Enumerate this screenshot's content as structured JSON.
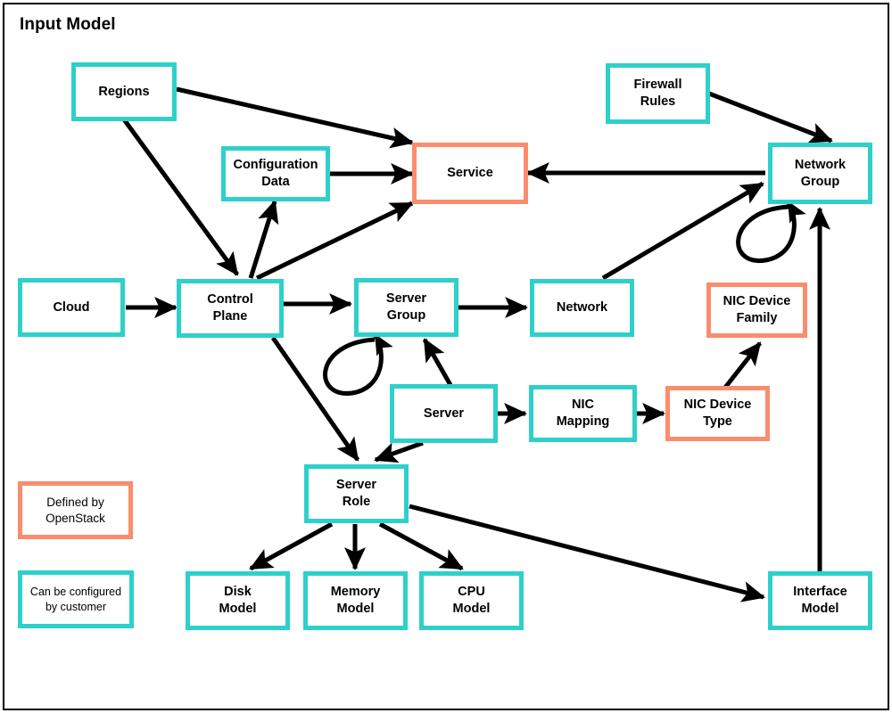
{
  "diagram": {
    "title": "Input Model",
    "colors": {
      "teal": "#2ED0CB",
      "coral": "#F98D6E",
      "line": "#000000",
      "background": "#ffffff",
      "frame": "#000000"
    },
    "nodes": [
      {
        "id": "regions",
        "label": "Regions",
        "style": "teal"
      },
      {
        "id": "configuration-data",
        "label": "Configuration\nData",
        "style": "teal"
      },
      {
        "id": "service",
        "label": "Service",
        "style": "coral"
      },
      {
        "id": "firewall-rules",
        "label": "Firewall\nRules",
        "style": "teal"
      },
      {
        "id": "network-group",
        "label": "Network\nGroup",
        "style": "teal"
      },
      {
        "id": "cloud",
        "label": "Cloud",
        "style": "teal"
      },
      {
        "id": "control-plane",
        "label": "Control\nPlane",
        "style": "teal"
      },
      {
        "id": "server-group",
        "label": "Server\nGroup",
        "style": "teal"
      },
      {
        "id": "network",
        "label": "Network",
        "style": "teal"
      },
      {
        "id": "nic-device-family",
        "label": "NIC Device\nFamily",
        "style": "coral"
      },
      {
        "id": "server",
        "label": "Server",
        "style": "teal"
      },
      {
        "id": "nic-mapping",
        "label": "NIC\nMapping",
        "style": "teal"
      },
      {
        "id": "nic-device-type",
        "label": "NIC Device\nType",
        "style": "coral"
      },
      {
        "id": "server-role",
        "label": "Server\nRole",
        "style": "teal"
      },
      {
        "id": "disk-model",
        "label": "Disk\nModel",
        "style": "teal"
      },
      {
        "id": "memory-model",
        "label": "Memory\nModel",
        "style": "teal"
      },
      {
        "id": "cpu-model",
        "label": "CPU\nModel",
        "style": "teal"
      },
      {
        "id": "interface-model",
        "label": "Interface\nModel",
        "style": "teal"
      }
    ],
    "legend": [
      {
        "id": "legend-openstack",
        "label": "Defined by\nOpenStack",
        "style": "coral"
      },
      {
        "id": "legend-customer",
        "label": "Can be configured\nby customer",
        "style": "teal"
      }
    ],
    "edges": [
      {
        "from": "regions",
        "to": "service",
        "kind": "arrow"
      },
      {
        "from": "regions",
        "to": "control-plane",
        "kind": "arrow"
      },
      {
        "from": "configuration-data",
        "to": "service",
        "kind": "arrow"
      },
      {
        "from": "control-plane",
        "to": "configuration-data",
        "kind": "arrow"
      },
      {
        "from": "control-plane",
        "to": "service",
        "kind": "arrow"
      },
      {
        "from": "firewall-rules",
        "to": "network-group",
        "kind": "arrow"
      },
      {
        "from": "network-group",
        "to": "service",
        "kind": "arrow"
      },
      {
        "from": "network-group",
        "to": "network-group",
        "kind": "self-loop"
      },
      {
        "from": "cloud",
        "to": "control-plane",
        "kind": "arrow"
      },
      {
        "from": "control-plane",
        "to": "server-group",
        "kind": "arrow"
      },
      {
        "from": "control-plane",
        "to": "server-role",
        "kind": "arrow"
      },
      {
        "from": "server-group",
        "to": "server-group",
        "kind": "self-loop"
      },
      {
        "from": "server-group",
        "to": "network",
        "kind": "arrow"
      },
      {
        "from": "network",
        "to": "network-group",
        "kind": "arrow"
      },
      {
        "from": "server",
        "to": "server-group",
        "kind": "arrow"
      },
      {
        "from": "server",
        "to": "server-role",
        "kind": "arrow"
      },
      {
        "from": "server",
        "to": "nic-mapping",
        "kind": "arrow"
      },
      {
        "from": "nic-mapping",
        "to": "nic-device-type",
        "kind": "arrow"
      },
      {
        "from": "nic-device-type",
        "to": "nic-device-family",
        "kind": "arrow"
      },
      {
        "from": "server-role",
        "to": "disk-model",
        "kind": "arrow"
      },
      {
        "from": "server-role",
        "to": "memory-model",
        "kind": "arrow"
      },
      {
        "from": "server-role",
        "to": "cpu-model",
        "kind": "arrow"
      },
      {
        "from": "server-role",
        "to": "interface-model",
        "kind": "arrow"
      },
      {
        "from": "interface-model",
        "to": "network-group",
        "kind": "arrow"
      }
    ]
  }
}
